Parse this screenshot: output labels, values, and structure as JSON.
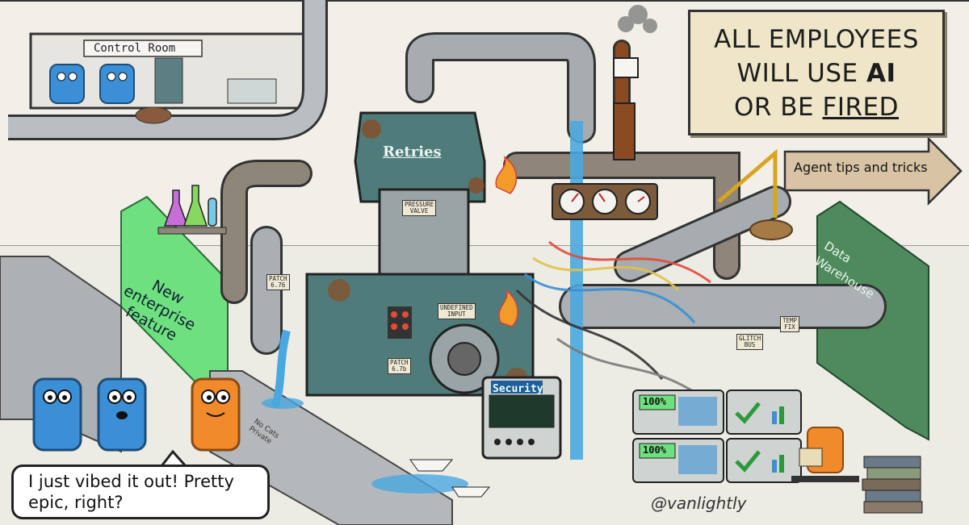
{
  "sign": {
    "line1": "ALL EMPLOYEES",
    "line2": "WILL USE",
    "line2b": "AI",
    "line3": "OR BE",
    "line3b": "FIRED"
  },
  "control_room_label": "Control Room",
  "arrow_sign": "Agent tips and tricks",
  "tank_label": "Retries",
  "side_panel_left": [
    "New",
    "enterprise",
    "feature"
  ],
  "side_panel_right": [
    "Data",
    "Warehouse"
  ],
  "speech_bubble": [
    "I just vibed it out! Pretty",
    "epic, right?"
  ],
  "security_label": "Security",
  "credit": "@vanlightly",
  "wall_graffiti": [
    "No Cats",
    "Private"
  ],
  "tags": {
    "pressure_valve": [
      "PRESSURE",
      "VALVE"
    ],
    "patch_6_7b": [
      "PATCH",
      "6.7b"
    ],
    "patch_6_76": [
      "PATCH",
      "6.76"
    ],
    "undefined_input": [
      "UNDEFINED",
      "INPUT"
    ],
    "glitch_bus": [
      "GLITCH",
      "BUS"
    ],
    "temp_fix": [
      "TEMP",
      "FIX"
    ]
  },
  "dashboard_percent": [
    "100%",
    "100%"
  ],
  "colors": {
    "pipe": "#a6acb0",
    "rust": "#8a4b22",
    "tank": "#4f7c7a",
    "green_panel": "#6fe07f",
    "blue_char": "#3b8fd6",
    "orange_char": "#f08a2a",
    "water": "#4aa8e0"
  }
}
